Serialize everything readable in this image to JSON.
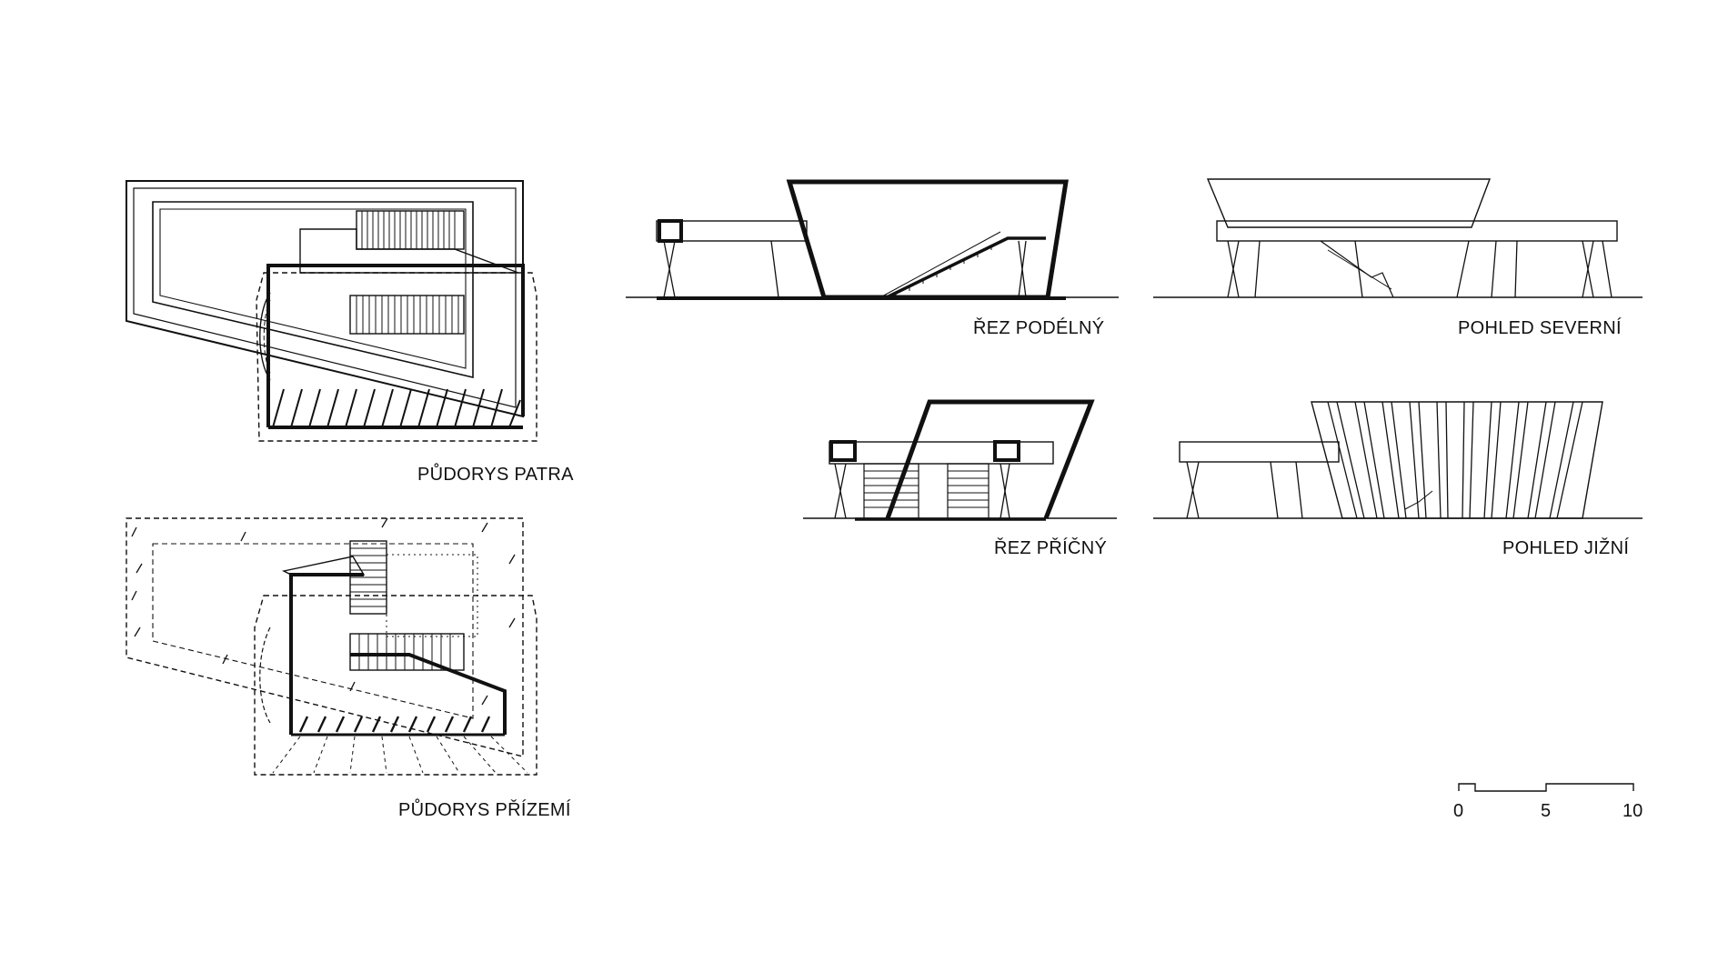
{
  "labels": {
    "plan_upper": "PŮDORYS PATRA",
    "plan_ground": "PŮDORYS PŘÍZEMÍ",
    "section_long": "ŘEZ PODÉLNÝ",
    "section_cross": "ŘEZ PŘÍČNÝ",
    "elev_north": "POHLED SEVERNÍ",
    "elev_south": "POHLED JIŽNÍ"
  },
  "scale_bar": {
    "ticks": [
      "0",
      "5",
      "10"
    ]
  },
  "colors": {
    "ink": "#111111",
    "paper": "#ffffff"
  }
}
